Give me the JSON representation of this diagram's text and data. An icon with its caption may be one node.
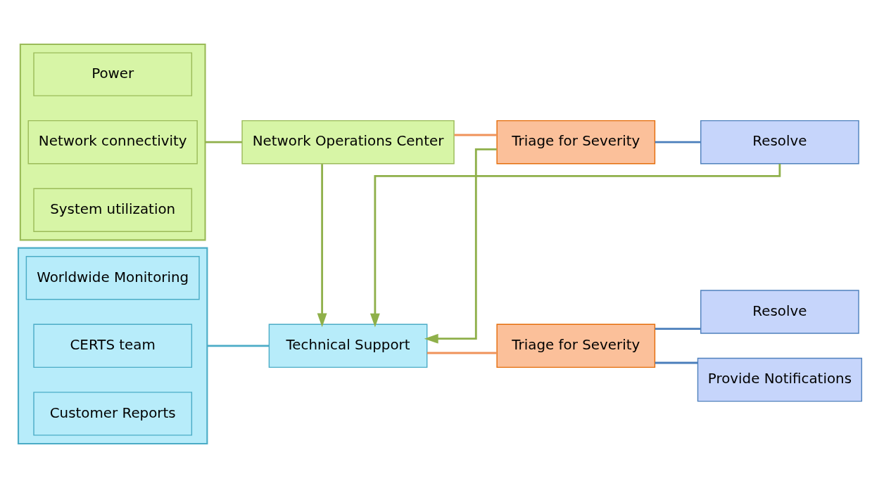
{
  "diagram": {
    "nodes": [
      {
        "text": [],
        "shape": "box"
      },
      {
        "text": [
          "Power"
        ],
        "in": 0
      },
      {
        "text": [
          "Network connectivity"
        ],
        "in": 0
      },
      {
        "text": [
          "System utilization"
        ],
        "in": 0
      },
      {
        "text": [],
        "shape": "box"
      },
      {
        "text": [
          "Worldwide Monitoring"
        ],
        "in": 4
      },
      {
        "text": [
          "CERTS team"
        ],
        "in": 4
      },
      {
        "text": [
          "Customer Reports"
        ],
        "in": 4
      },
      {
        "text": [
          "Network Operations Center"
        ]
      },
      {
        "text": [
          "Triage for Severity"
        ]
      },
      {
        "text": [
          "Resolve"
        ]
      },
      {
        "text": [
          "Technical Support"
        ]
      },
      {
        "text": [
          "Triage for Severity"
        ]
      },
      {
        "text": [
          "Resolve"
        ]
      },
      {
        "text": [
          "Provide Notifications"
        ]
      }
    ],
    "edges": [
      {
        "from": 0,
        "to": 8,
        "arrow": "none",
        "color": "#8fb04a"
      },
      {
        "from": 8,
        "to": 9,
        "arrow": "none",
        "color": "#f0935a"
      },
      {
        "from": 9,
        "to": 10,
        "arrow": "none",
        "color": "#4a7ebb"
      },
      {
        "from": 8,
        "to": 11,
        "arrow": "to",
        "color": "#8fb04a"
      },
      {
        "from": 9,
        "to": 11,
        "arrow": "to",
        "color": "#8fb04a"
      },
      {
        "from": 10,
        "to": 11,
        "arrow": "to",
        "color": "#8fb04a"
      },
      {
        "from": 4,
        "to": 11,
        "arrow": "none",
        "color": "#4bacc6"
      },
      {
        "from": 11,
        "to": 12,
        "arrow": "none",
        "color": "#f0935a"
      },
      {
        "from": 12,
        "to": 13,
        "arrow": "none",
        "color": "#4a7ebb"
      },
      {
        "from": 12,
        "to": 14,
        "arrow": "none",
        "color": "#4a7ebb"
      }
    ]
  }
}
